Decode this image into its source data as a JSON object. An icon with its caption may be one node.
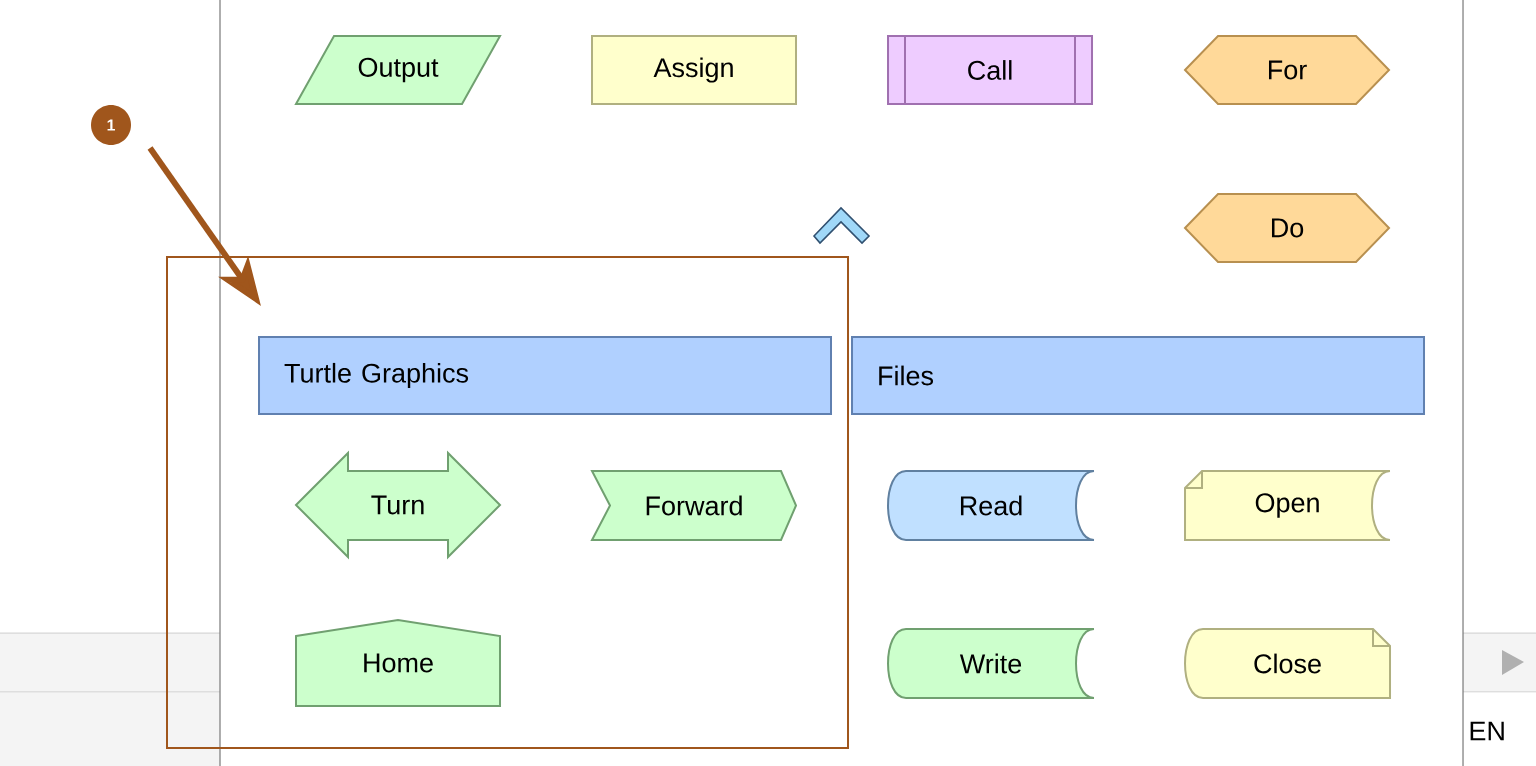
{
  "diagram": {
    "nodes": [
      {
        "text": [
          "Output"
        ]
      },
      {
        "text": [
          "Assign"
        ]
      },
      {
        "text": [
          "Call"
        ]
      },
      {
        "text": [
          "For"
        ]
      },
      {
        "text": [
          "Do"
        ]
      },
      {
        "text": [],
        "shape": "box"
      },
      {
        "text": [
          "Turtle Graphics"
        ],
        "in": 5
      },
      {
        "text": [
          "Files"
        ]
      },
      {
        "text": [
          "Turn"
        ],
        "in": 5
      },
      {
        "text": [
          "Forward"
        ],
        "in": 5
      },
      {
        "text": [
          "Home"
        ],
        "in": 5
      },
      {
        "text": [
          "Read"
        ]
      },
      {
        "text": [
          "Open"
        ]
      },
      {
        "text": [
          "Write"
        ]
      },
      {
        "text": [
          "Close"
        ]
      },
      {
        "text": [
          "1"
        ]
      }
    ],
    "edges": [
      {
        "from": 15,
        "to": 5,
        "arrow": "to"
      }
    ],
    "labels": [
      "EN"
    ]
  }
}
